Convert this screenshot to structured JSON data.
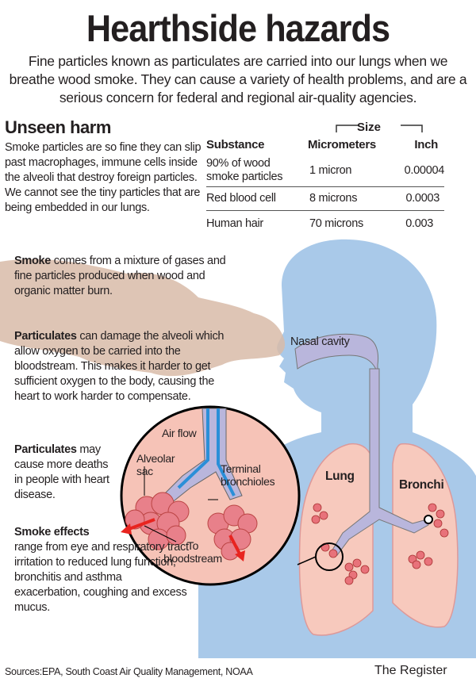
{
  "title": "Hearthside hazards",
  "subtitle": "Fine particles known as particulates are carried into our lungs when we breathe wood smoke. They can cause a variety of health problems, and are a serious concern for federal and regional air-quality agencies.",
  "unseen": {
    "heading": "Unseen harm",
    "text": "Smoke particles are so fine they can slip past macrophages, immune cells inside the alveoli that destroy foreign particles. We cannot see the tiny particles that are being embedded in our lungs."
  },
  "table": {
    "group_header": "Size",
    "headers": [
      "Substance",
      "Micrometers",
      "Inch"
    ],
    "rows": [
      [
        "90% of wood smoke particles",
        "1 micron",
        "0.00004"
      ],
      [
        "Red blood cell",
        "8 microns",
        "0.0003"
      ],
      [
        "Human hair",
        "70 microns",
        "0.003"
      ]
    ]
  },
  "notes": [
    {
      "bold": "Smoke",
      "text": " comes from a mixture of gases and fine particles produced when wood and organic matter burn."
    },
    {
      "bold": "Particulates",
      "text": " can damage the alveoli which allow oxygen to be carried into the bloodstream. This makes it harder to get sufficient oxygen to the body, causing the heart to work harder to compensate."
    },
    {
      "bold": "Particulates",
      "text": " may cause more deaths in people with heart disease."
    },
    {
      "bold": "Smoke effects",
      "text": " range from eye and respiratory tract irritation to reduced lung function, bronchitis and asthma exacerbation, coughing and excess mucus."
    }
  ],
  "labels": {
    "nasal": "Nasal cavity",
    "lung": "Lung",
    "bronchi": "Bronchi",
    "airflow": "Air flow",
    "alveolar": "Alveolar sac",
    "terminal": "Terminal bronchioles",
    "blood": "To bloodstream"
  },
  "footer": {
    "sources": "Sources:EPA, South Coast Air Quality Management, NOAA",
    "brand": "The Register"
  },
  "colors": {
    "body": "#a9c9e9",
    "lung": "#f7c9bd",
    "smoke": "#d8bba8",
    "airway": "#b9b6dc",
    "alveoli": "#e8727a",
    "arrow": "#e8241f",
    "flow": "#2a8fd8"
  }
}
